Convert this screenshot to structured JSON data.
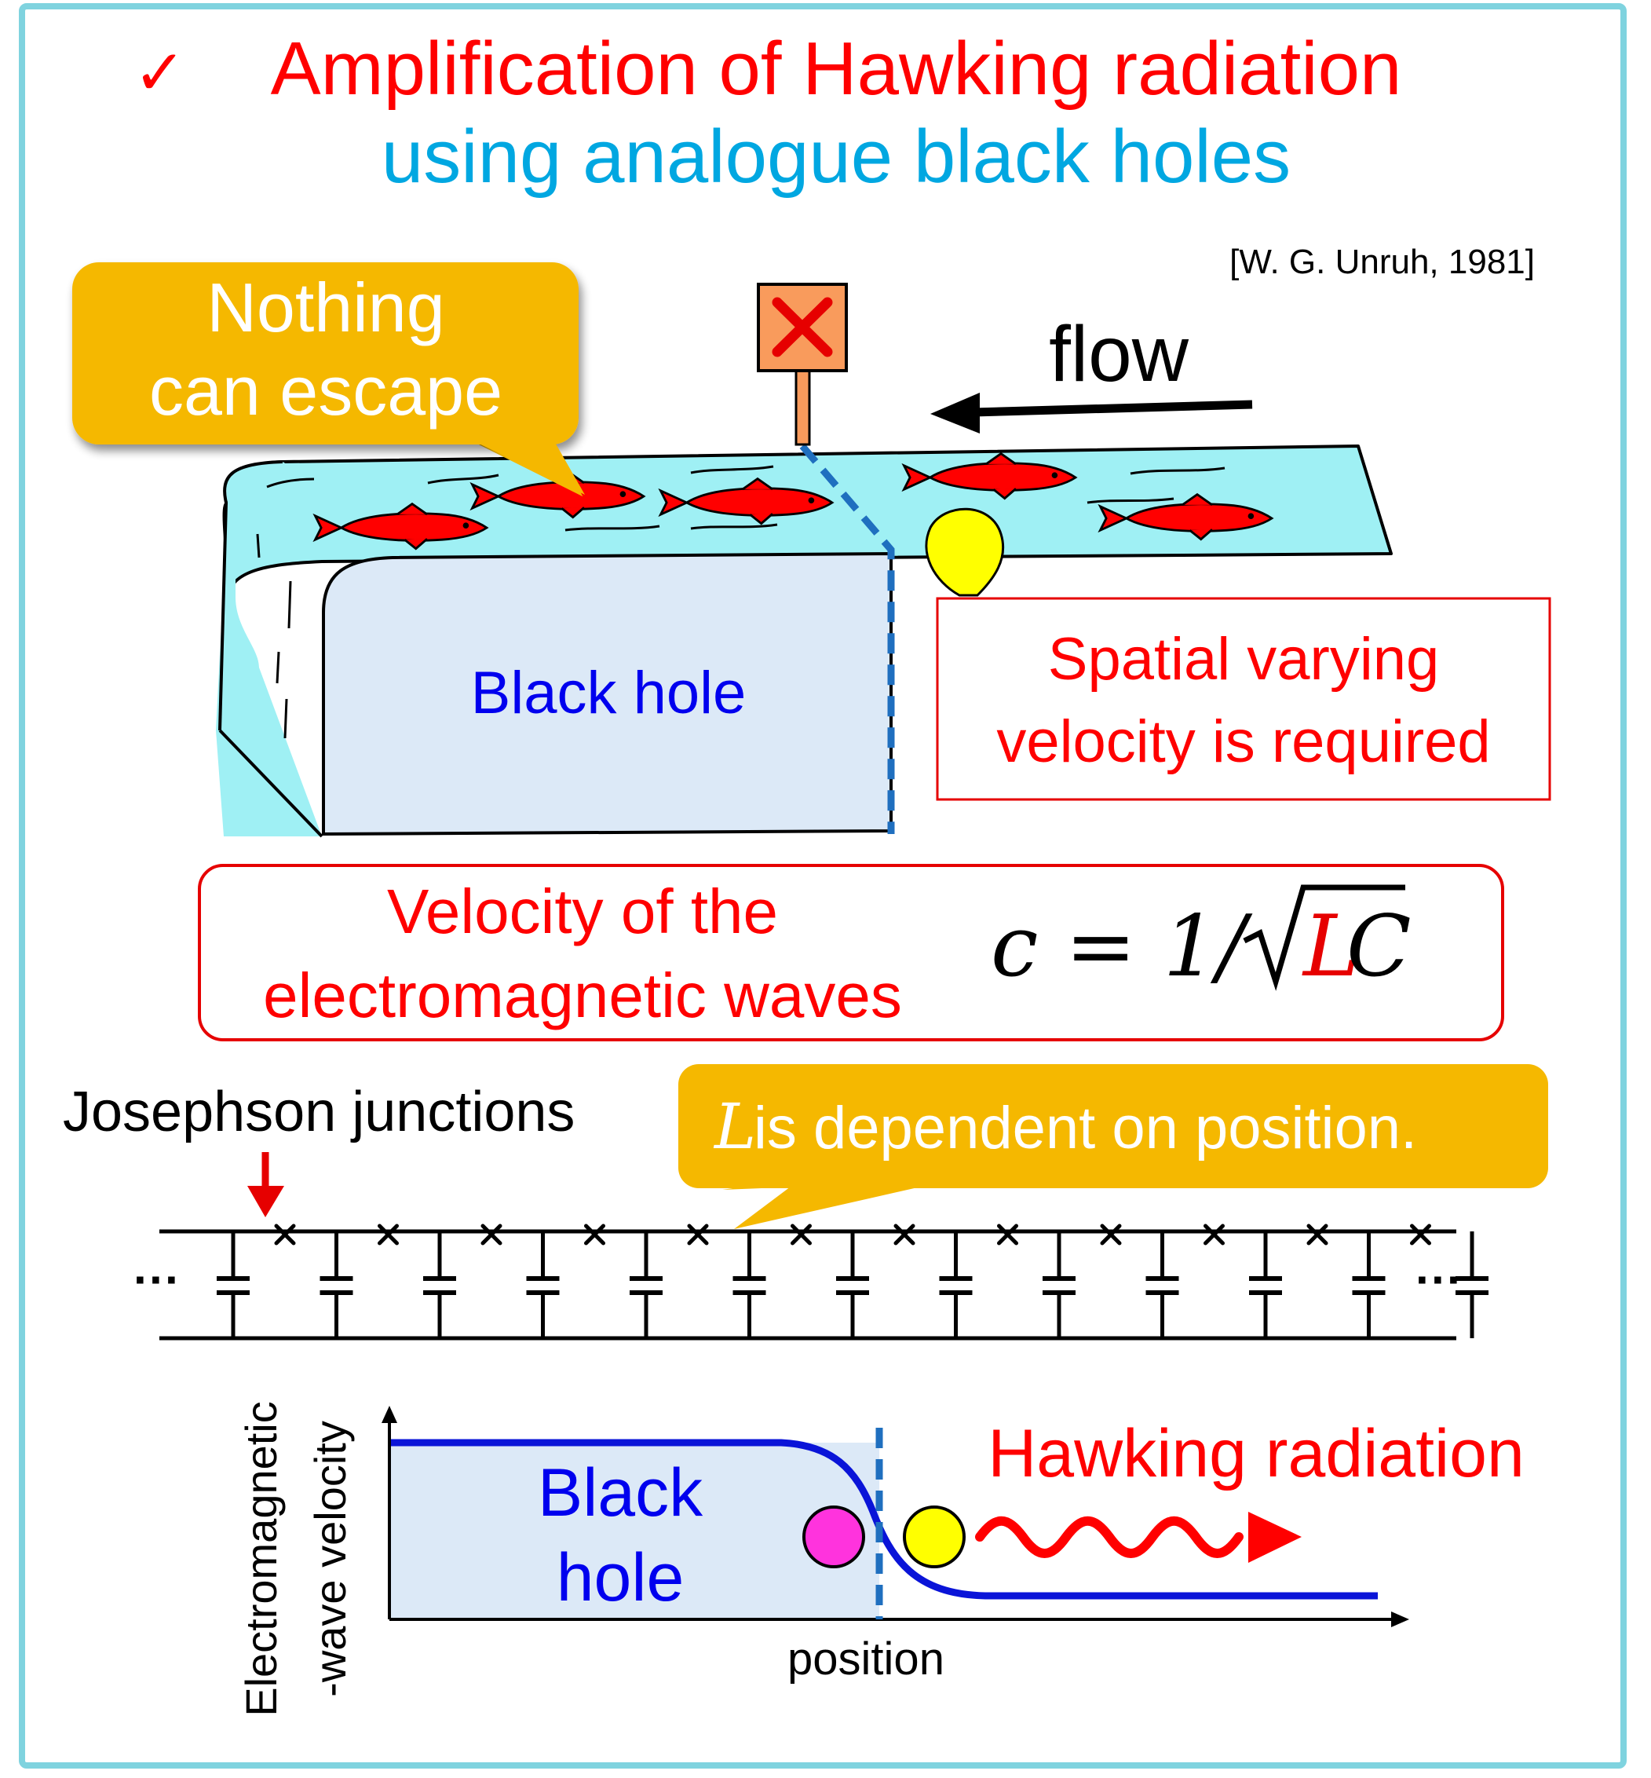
{
  "title": {
    "check": "✓",
    "line1": "Amplification of Hawking radiation",
    "line2": "using analogue black holes"
  },
  "citation": "[W. G. Unruh, 1981]",
  "river": {
    "callout": {
      "line1": "Nothing",
      "line2": "can escape"
    },
    "flow_label": "flow",
    "black_hole_label": "Black hole",
    "note": {
      "line1": "Spatial varying",
      "line2": "velocity is required"
    }
  },
  "velocity_box": {
    "line1": "Velocity of the",
    "line2": "electromagnetic waves",
    "formula": {
      "lhs": "c = 1/",
      "sqrt_L": "L",
      "sqrt_C": "C"
    }
  },
  "circuit": {
    "label": "Josephson junctions",
    "callout": {
      "var": "L",
      "text": " is dependent on position."
    },
    "ellipsis": "···",
    "unit_count": 12
  },
  "graph": {
    "ylabel_line1": "Electromagnetic",
    "ylabel_line2": "-wave velocity",
    "xlabel": "position",
    "black_hole_line1": "Black",
    "black_hole_line2": "hole",
    "hawking_label": "Hawking radiation"
  },
  "colors": {
    "title_red": "#ff0000",
    "title_blue": "#00a7e1",
    "frame": "#7fd3df",
    "water": "#9ff0f4",
    "black_hole_fill": "#dce9f7",
    "black_hole_text": "#0000ee",
    "horizon_dash": "#1f6fbf",
    "callout_gold": "#f5b800",
    "sign_orange": "#f99b5c",
    "fish_red": "#ff0000",
    "bulb_yellow": "#ffff00",
    "particle_magenta": "#ff33dd",
    "particle_yellow": "#ffff00",
    "curve_blue": "#0a14d8"
  }
}
